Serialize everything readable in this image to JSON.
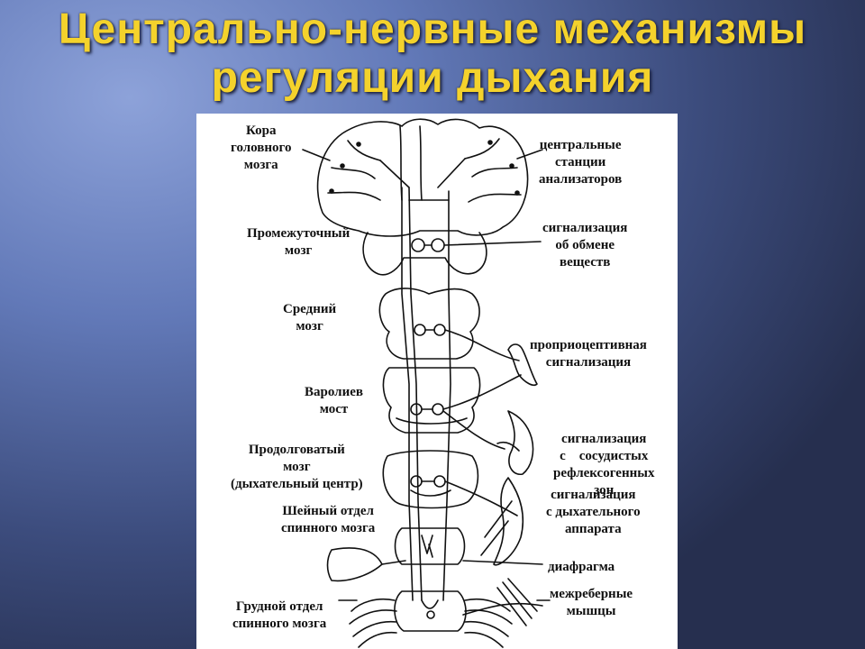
{
  "slide": {
    "title_line1": "Центрально-нервные механизмы",
    "title_line2": "регуляции дыхания"
  },
  "labels_left": {
    "cortex": [
      "Кора",
      "головного",
      "мозга"
    ],
    "diencephalon": [
      "Промежуточный",
      "мозг"
    ],
    "midbrain": [
      "Средний",
      "мозг"
    ],
    "pons": [
      "Варолиев",
      "мост"
    ],
    "medulla": [
      "Продолговатый",
      "мозг",
      "(дыхательный центр)"
    ],
    "cervical": [
      "Шейный отдел",
      "спинного мозга"
    ],
    "thoracic": [
      "Грудной отдел",
      "спинного мозга"
    ]
  },
  "labels_right": {
    "analyzers": [
      "центральные",
      "станции",
      "анализаторов"
    ],
    "metabolism": [
      "сигнализация",
      "об обмене",
      "веществ"
    ],
    "proprioceptive": [
      "проприоцептивная",
      "сигнализация"
    ],
    "vascular": [
      "сигнализация",
      "с    сосудистых",
      "рефлексогенных",
      "зон"
    ],
    "respiratory": [
      "сигнализация",
      "с дыхательного",
      "аппарата"
    ],
    "diaphragm": [
      "диафрагма"
    ],
    "intercostal": [
      "межреберные",
      "мышцы"
    ]
  },
  "colors": {
    "title": "#f4d22c",
    "ink": "#111111",
    "panel": "#ffffff"
  }
}
